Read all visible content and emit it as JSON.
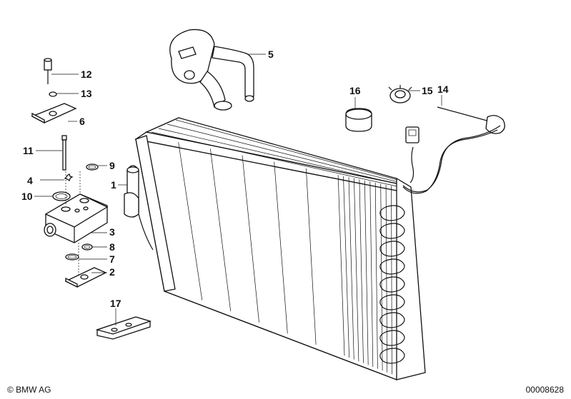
{
  "callouts": {
    "p1": "1",
    "p2": "2",
    "p3": "3",
    "p4": "4",
    "p5": "5",
    "p6": "6",
    "p7": "7",
    "p8": "8",
    "p9": "9",
    "p10": "10",
    "p11": "11",
    "p12": "12",
    "p13": "13",
    "p14": "14",
    "p15": "15",
    "p16": "16",
    "p17": "17"
  },
  "footer": {
    "brand": "© BMW AG",
    "doc_number": "00008628"
  },
  "colors": {
    "line": "#111111",
    "background": "#ffffff"
  }
}
